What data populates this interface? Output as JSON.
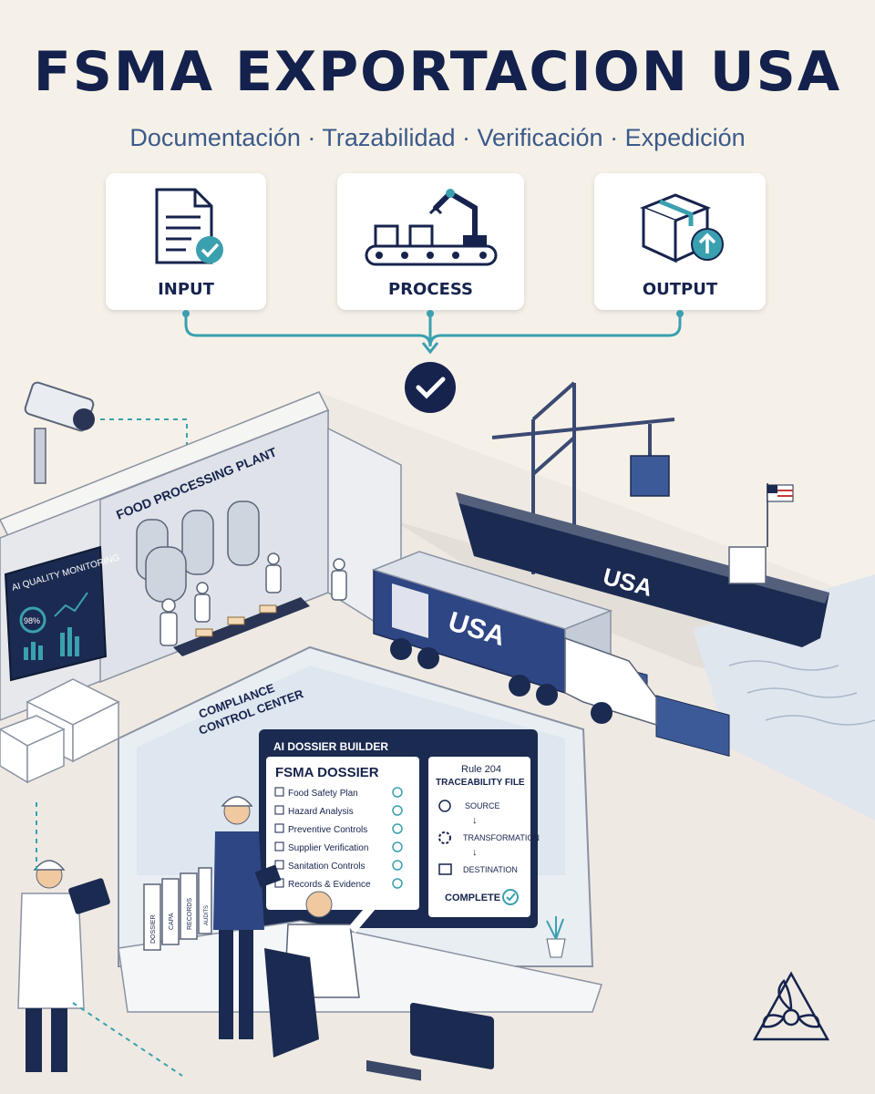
{
  "header": {
    "title": "FSMA EXPORTACION USA",
    "subtitle": "Documentación · Trazabilidad · Verificación · Expedición"
  },
  "flow": {
    "steps": [
      {
        "label": "INPUT",
        "icon": "document-check-icon"
      },
      {
        "label": "PROCESS",
        "icon": "robot-conveyor-icon"
      },
      {
        "label": "OUTPUT",
        "icon": "box-upload-icon"
      }
    ],
    "result_icon": "check-circle-icon"
  },
  "plant": {
    "sign": "FOOD PROCESSING PLANT",
    "monitor_title": "AI QUALITY MONITORING",
    "monitor_value": "98%"
  },
  "logistics": {
    "truck_label": "USA",
    "ship_label": "USA"
  },
  "control_center": {
    "sign_line1": "COMPLIANCE",
    "sign_line2": "CONTROL CENTER",
    "screen_header": "AI DOSSIER BUILDER",
    "dossier_title": "FSMA DOSSIER",
    "dossier_items": [
      "Food Safety Plan",
      "Hazard Analysis",
      "Preventive Controls",
      "Supplier Verification",
      "Sanitation Controls",
      "Records & Evidence"
    ],
    "trace_title_1": "Rule 204",
    "trace_title_2": "TRACEABILITY FILE",
    "trace_steps": [
      "SOURCE",
      "TRANSFORMATION",
      "DESTINATION"
    ],
    "status": "COMPLETE"
  },
  "binders": [
    "DOSSIER",
    "CAPA",
    "RECORDS",
    "AUDITS"
  ],
  "colors": {
    "navy": "#16234d",
    "teal": "#3aa0b0",
    "background": "#f6f1e8"
  }
}
